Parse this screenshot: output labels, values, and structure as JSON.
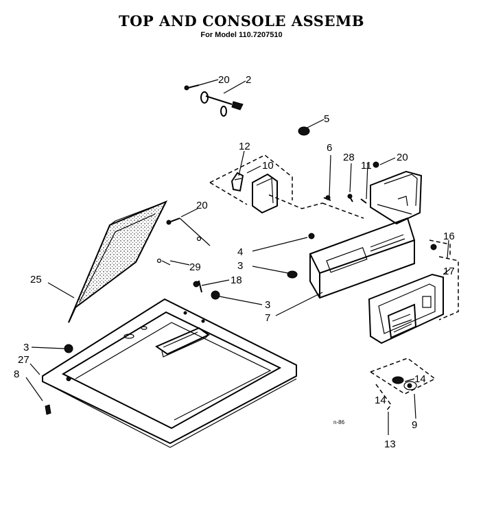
{
  "header": {
    "title": "TOP AND CONSOLE ASSEMB",
    "subtitle": "For Model 110.7207510"
  },
  "diagram_code": "n-86",
  "callouts": [
    {
      "id": "c-20a",
      "text": "20"
    },
    {
      "id": "c-2",
      "text": "2"
    },
    {
      "id": "c-5",
      "text": "5"
    },
    {
      "id": "c-12",
      "text": "12"
    },
    {
      "id": "c-10",
      "text": "10"
    },
    {
      "id": "c-6",
      "text": "6"
    },
    {
      "id": "c-28",
      "text": "28"
    },
    {
      "id": "c-11",
      "text": "11"
    },
    {
      "id": "c-20b",
      "text": "20"
    },
    {
      "id": "c-20c",
      "text": "20"
    },
    {
      "id": "c-16",
      "text": "16"
    },
    {
      "id": "c-17",
      "text": "17"
    },
    {
      "id": "c-4",
      "text": "4"
    },
    {
      "id": "c-3a",
      "text": "3"
    },
    {
      "id": "c-29",
      "text": "29"
    },
    {
      "id": "c-25",
      "text": "25"
    },
    {
      "id": "c-18",
      "text": "18"
    },
    {
      "id": "c-3b",
      "text": "3"
    },
    {
      "id": "c-7",
      "text": "7"
    },
    {
      "id": "c-3c",
      "text": "3"
    },
    {
      "id": "c-27",
      "text": "27"
    },
    {
      "id": "c-8",
      "text": "8"
    },
    {
      "id": "c-14a",
      "text": "14"
    },
    {
      "id": "c-14b",
      "text": "14"
    },
    {
      "id": "c-9",
      "text": "9"
    },
    {
      "id": "c-13",
      "text": "13"
    }
  ]
}
